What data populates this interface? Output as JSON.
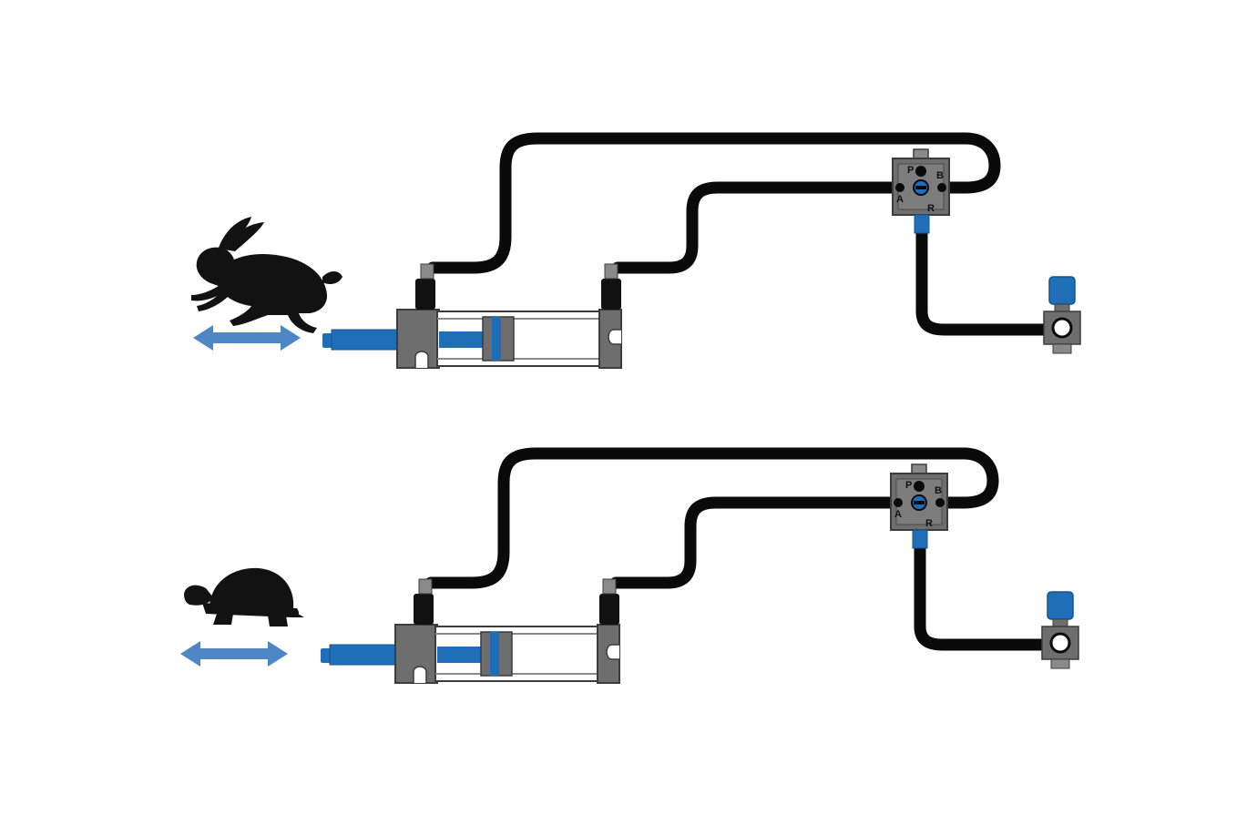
{
  "colors": {
    "background": "#ffffff",
    "hose": "#0a0a0a",
    "metal": "#6e6e6e",
    "metal_light": "#8a8a8a",
    "metal_dark": "#3c3c3c",
    "accent_blue": "#1f6fb8",
    "arrow_blue": "#4f86c6",
    "animal": "#121212"
  },
  "rows": [
    {
      "speed_icon": "rabbit-icon",
      "ports": {
        "p": "P",
        "a": "A",
        "b": "B",
        "r": "R"
      }
    },
    {
      "speed_icon": "turtle-icon",
      "ports": {
        "p": "P",
        "a": "A",
        "b": "B",
        "r": "R"
      }
    }
  ]
}
